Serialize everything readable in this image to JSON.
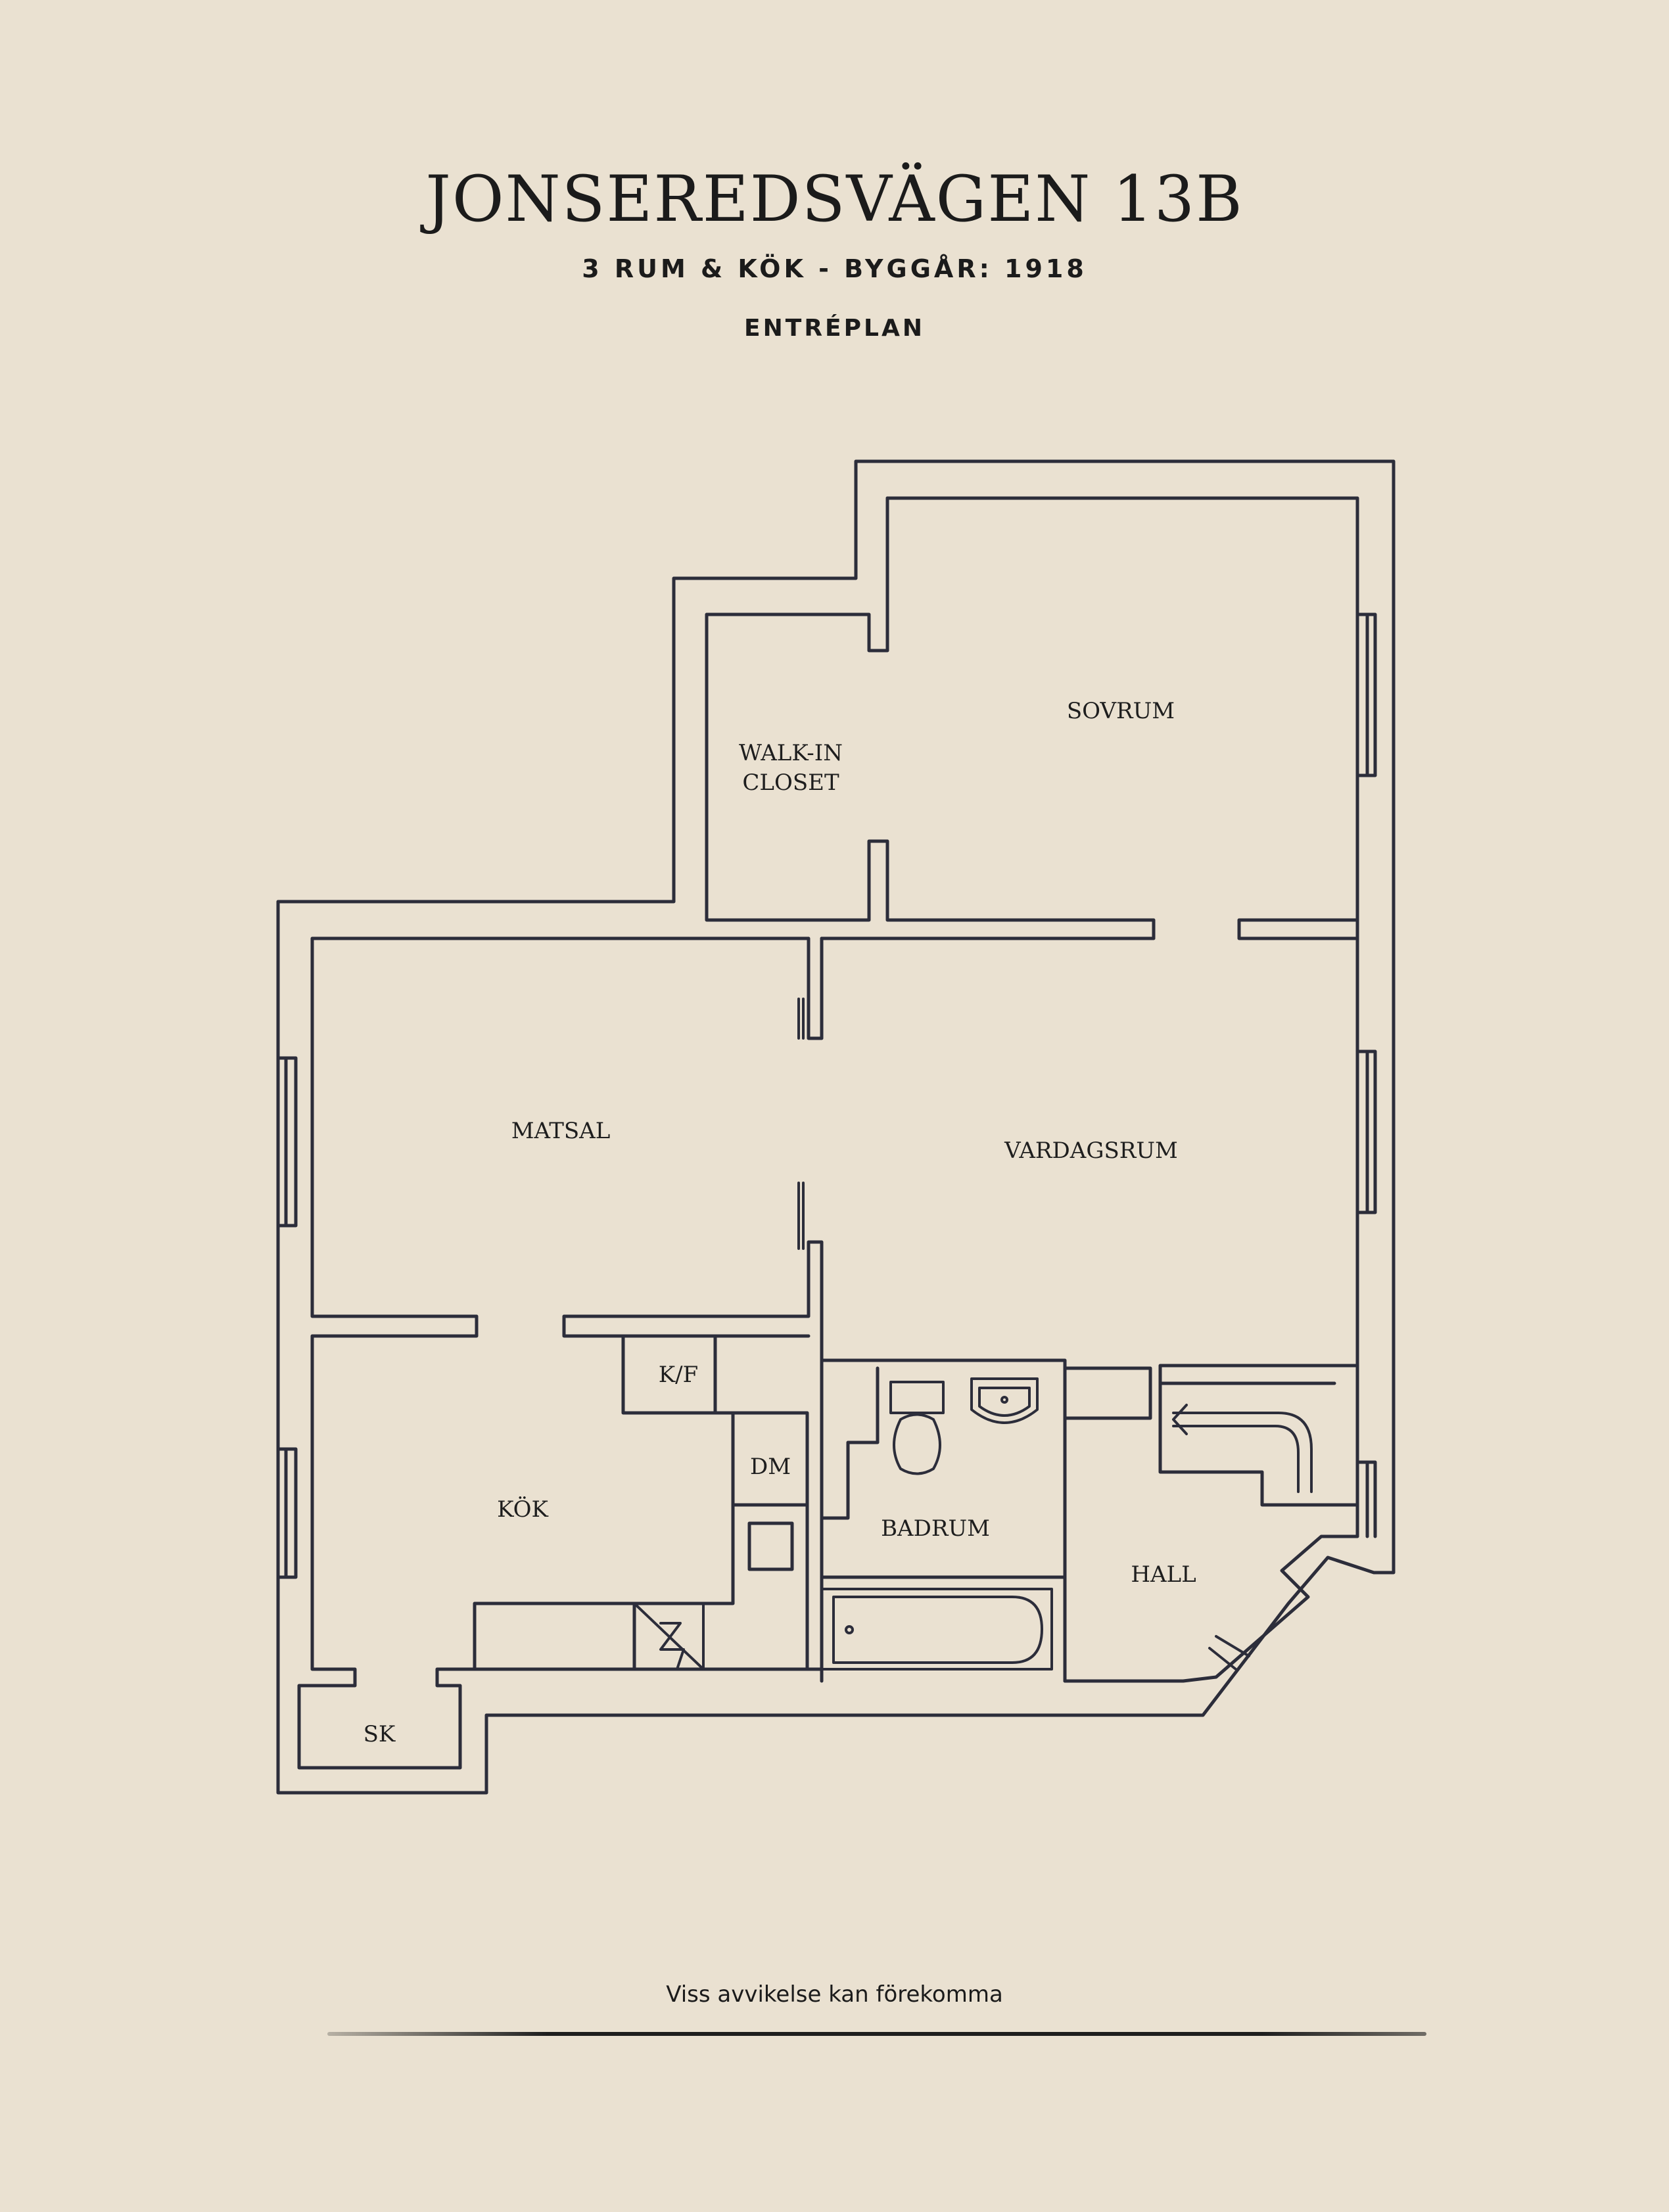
{
  "header": {
    "title": "JONSEREDSVÄGEN 13B",
    "subtitle": "3 RUM & KÖK - BYGGÅR: 1918",
    "level": "ENTRÉPLAN"
  },
  "rooms": {
    "sovrum": "SOVRUM",
    "walk_in_line1": "WALK-IN",
    "walk_in_line2": "CLOSET",
    "matsal": "MATSAL",
    "vardagsrum": "VARDAGSRUM",
    "kf": "K/F",
    "dm": "DM",
    "kok": "KÖK",
    "badrum": "BADRUM",
    "hall": "HALL",
    "sk": "SK"
  },
  "footer": {
    "disclaimer": "Viss avvikelse kan förekomma"
  },
  "colors": {
    "background": "#EAE1D1",
    "ink": "#2c2d3a",
    "text": "#1b1b1b"
  }
}
